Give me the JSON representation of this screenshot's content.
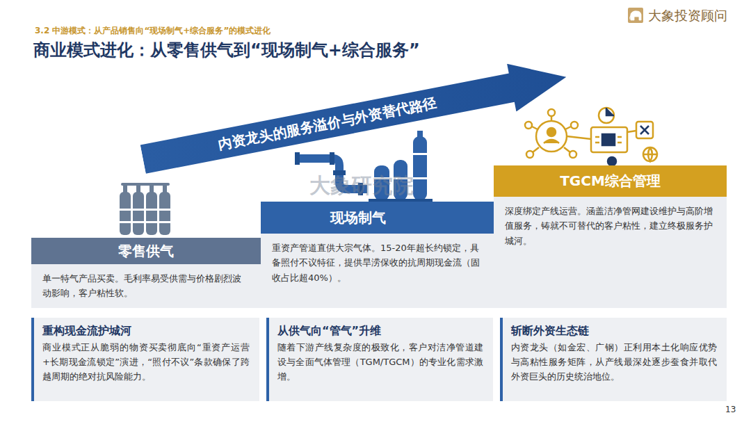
{
  "diagram": {
    "title": "商业模式进化：从零售供气到“现场制气+综合服务”",
    "nodes": [
      {
        "text": [
          "内资龙头的服务溢价与外资替代路径"
        ]
      },
      {
        "text": [
          "零售供气",
          "单一特气产品买卖。毛利率易受供需与价格剧烈波动影响，客户粘性软。"
        ]
      },
      {
        "text": [
          "现场制气",
          "重资产管道直供大宗气体。15-20年超长约锁定，具备照付不议特征，提供旱涝保收的抗周期现金流（固收占比超40%）。"
        ]
      },
      {
        "text": [
          "TGCM综合管理",
          "深度绑定产线运营。涵盖洁净管网建设维护与高阶增值服务，铸就不可替代的客户粘性，建立终极服务护城河。"
        ]
      },
      {
        "text": [
          "重构现金流护城河",
          "商业模式正从脆弱的物资买卖彻底向“重资产运营+长期现金流锁定”演进，“照付不议”条款确保了跨越周期的绝对抗风险能力。"
        ]
      },
      {
        "text": [
          "从供气向“管气”升维",
          "随着下游产线复杂度的极致化，客户对洁净管道建设与全面气体管理（TGM/TGCM）的专业化需求激增。"
        ]
      },
      {
        "text": [
          "斩断外资生态链",
          "内资龙头（如金宏、广钢）正利用本土化响应优势与高粘性服务矩阵，从产线最深处逐步蚕食并取代外资巨头的历史统治地位。"
        ]
      }
    ],
    "labels": [
      "3.2 中游模式：从产品销售向“现场制气+综合服务”的模式进化",
      "大象投资顾问",
      "大象研究院",
      "13"
    ]
  }
}
